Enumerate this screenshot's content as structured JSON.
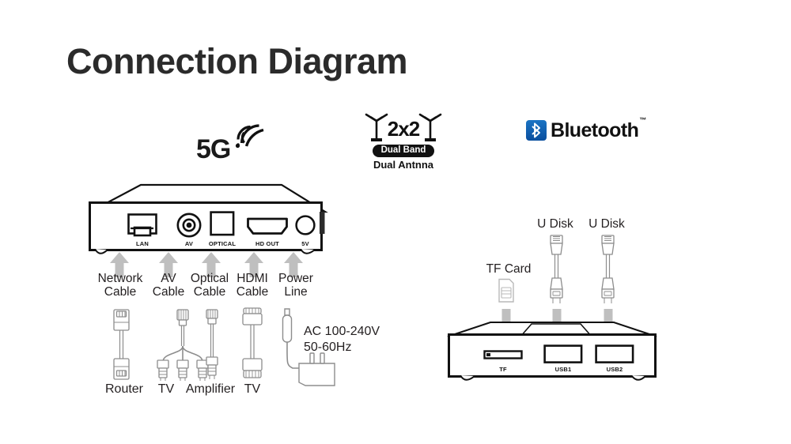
{
  "page": {
    "title": "Connection Diagram",
    "background_color": "#ffffff",
    "text_color": "#231f20"
  },
  "badges": {
    "wifi": {
      "label": "5G",
      "icon": "wifi-signal-icon"
    },
    "dual_band": {
      "mimo_label": "2x2",
      "band_label": "Dual Band",
      "antenna_label": "Dual Antnna",
      "icon": "antenna-icon"
    },
    "bluetooth": {
      "label": "Bluetooth",
      "trademark": "™",
      "icon": "bluetooth-icon",
      "brand_color": "#0a4f9e"
    }
  },
  "rear_panel": {
    "name": "tv-box-rear-panel",
    "ports": [
      {
        "label": "LAN",
        "icon": "rj45-port-icon"
      },
      {
        "label": "AV",
        "icon": "rca-jack-icon"
      },
      {
        "label": "OPTICAL",
        "icon": "toslink-port-icon"
      },
      {
        "label": "HD OUT",
        "icon": "hdmi-port-icon"
      },
      {
        "label": "5V",
        "icon": "dc-power-jack-icon"
      }
    ],
    "connections": [
      {
        "cable_label_line1": "Network",
        "cable_label_line2": "Cable",
        "destination": "Router",
        "cable_icon": "ethernet-cable-icon",
        "arrow": "arrow-up-icon"
      },
      {
        "cable_label_line1": "AV",
        "cable_label_line2": "Cable",
        "destination": "TV",
        "cable_icon": "av-rca-cable-icon",
        "arrow": "arrow-up-icon"
      },
      {
        "cable_label_line1": "Optical",
        "cable_label_line2": "Cable",
        "destination": "Amplifier",
        "cable_icon": "optical-cable-icon",
        "arrow": "arrow-up-icon"
      },
      {
        "cable_label_line1": "HDMI",
        "cable_label_line2": "Cable",
        "destination": "TV",
        "cable_icon": "hdmi-cable-icon",
        "arrow": "arrow-up-icon"
      },
      {
        "cable_label_line1": "Power",
        "cable_label_line2": "Line",
        "destination": "",
        "cable_icon": "power-adapter-icon",
        "arrow": "arrow-up-icon"
      }
    ],
    "power_spec_line1": "AC 100-240V",
    "power_spec_line2": "50-60Hz"
  },
  "side_panel": {
    "name": "tv-box-side-panel",
    "ports": [
      {
        "label": "TF",
        "icon": "tf-card-slot-icon"
      },
      {
        "label": "USB1",
        "icon": "usb-port-icon"
      },
      {
        "label": "USB2",
        "icon": "usb-port-icon"
      }
    ],
    "devices": [
      {
        "label": "TF Card",
        "icon": "microsd-card-icon",
        "arrow": "arrow-down-icon"
      },
      {
        "label": "U Disk",
        "icon": "usb-cable-icon",
        "arrow": "arrow-down-icon"
      },
      {
        "label": "U Disk",
        "icon": "usb-cable-icon",
        "arrow": "arrow-down-icon"
      }
    ]
  },
  "colors": {
    "outline": "#111111",
    "arrow_gray": "#bfbfbf",
    "cable_gray": "#8d8d8d"
  }
}
